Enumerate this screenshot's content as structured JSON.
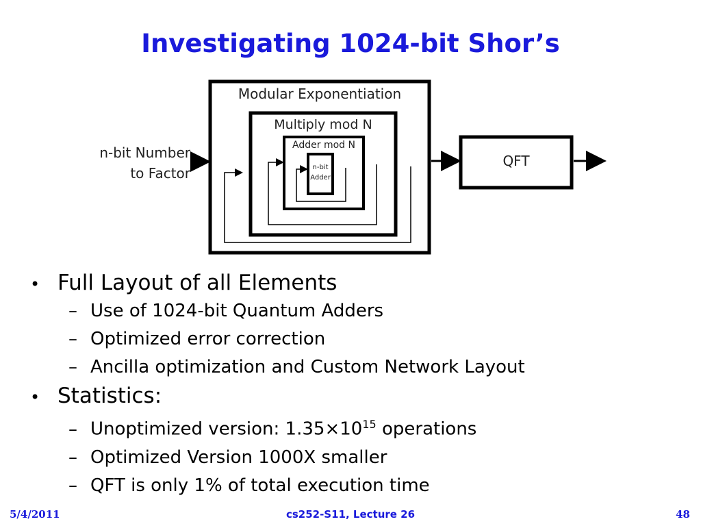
{
  "slide": {
    "title": "Investigating 1024-bit Shor’s"
  },
  "diagram": {
    "input_label_line1": "n-bit Number",
    "input_label_line2": "to Factor",
    "outer_box_label": "Modular Exponentiation",
    "middle_box_label": "Multiply mod N",
    "inner_box_label": "Adder mod N",
    "core_box_line1": "n-bit",
    "core_box_line2": "Adder",
    "qft_label": "QFT"
  },
  "bullets": [
    {
      "text": "Full Layout of all Elements",
      "subs": [
        "Use of 1024-bit Quantum Adders",
        "Optimized error correction",
        "Ancilla optimization and Custom Network Layout"
      ]
    },
    {
      "text": "Statistics:",
      "unoptimized_prefix": "Unoptimized version: 1.35",
      "times_symbol": "×",
      "base": "10",
      "exponent": "15",
      "unoptimized_suffix": " operations",
      "subs_after": [
        "Optimized Version 1000X smaller",
        "QFT is only 1% of total execution time"
      ]
    }
  ],
  "footer": {
    "date": "5/4/2011",
    "course": "cs252-S11, Lecture 26",
    "page": "48"
  },
  "colors": {
    "title": "#1a1adb",
    "footer": "#1a1adb"
  },
  "bullet_symbol": "•",
  "dash_symbol": "–"
}
